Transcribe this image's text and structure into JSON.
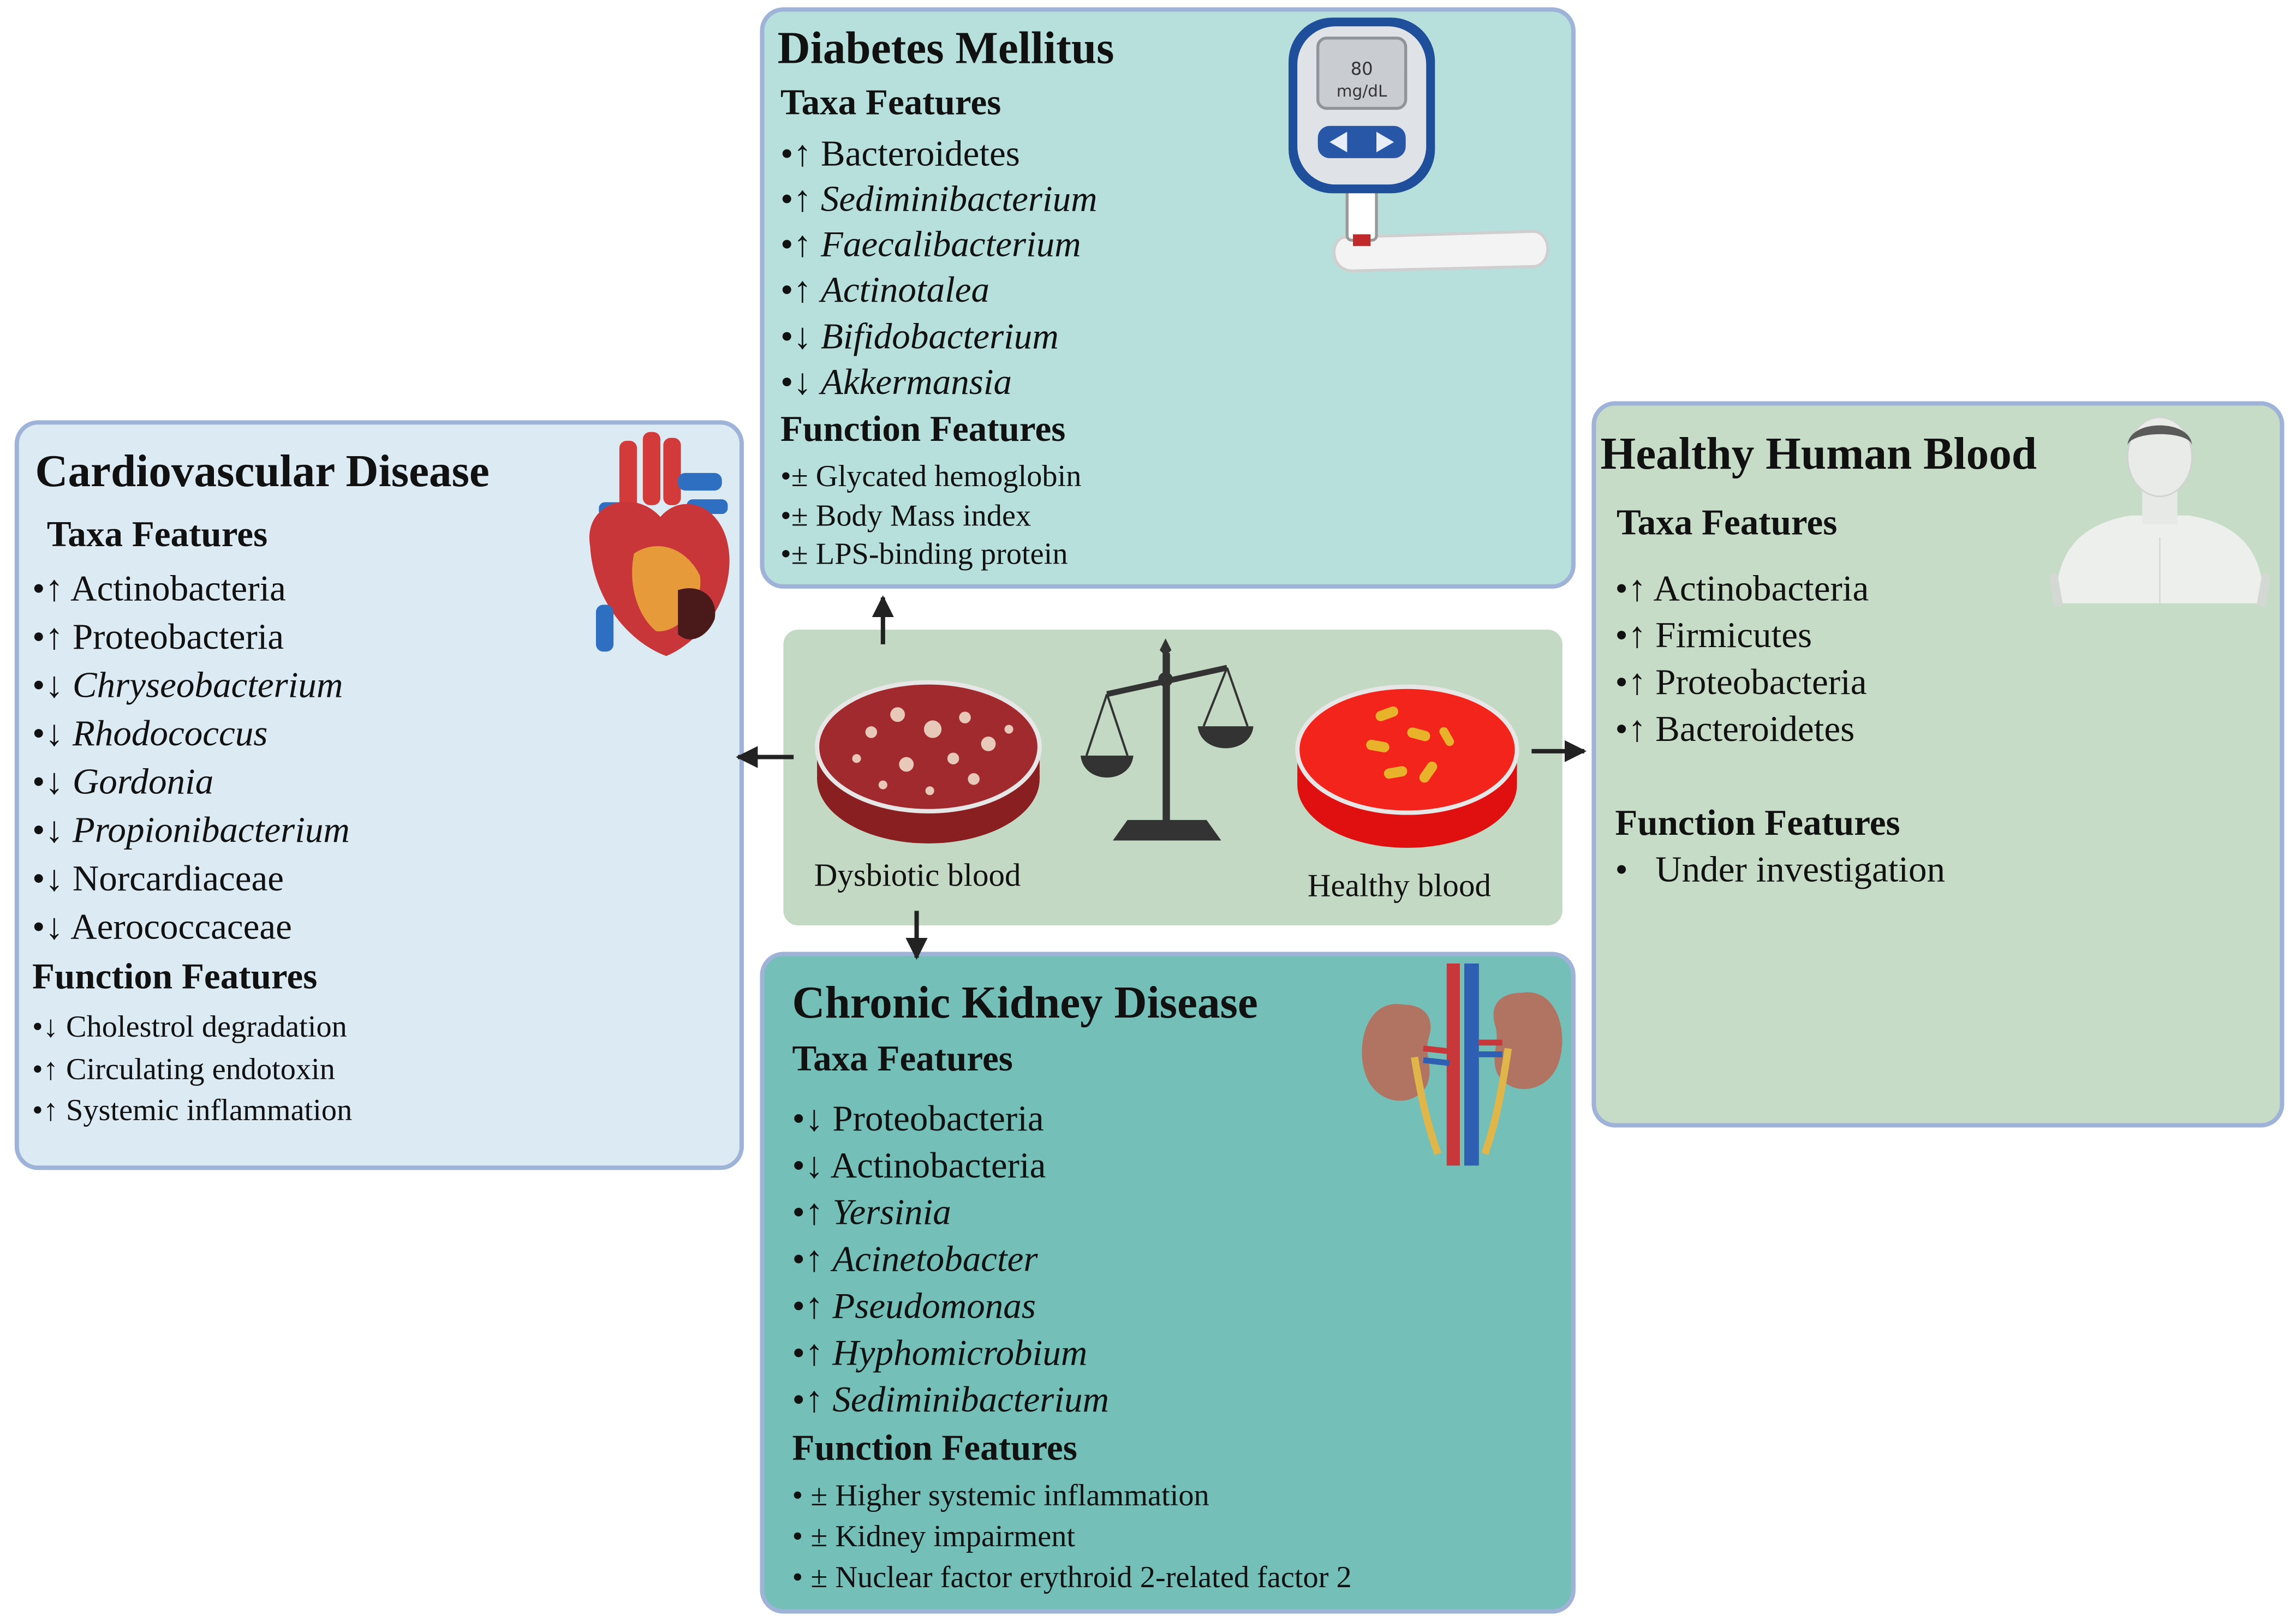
{
  "cvd": {
    "title": "Cardiovascular Disease",
    "taxa_heading": "Taxa Features",
    "taxa": [
      {
        "bullet": "•↑",
        "name": "Actinobacteria"
      },
      {
        "bullet": "•↑",
        "name": "Proteobacteria"
      },
      {
        "bullet": "•↓",
        "name": "Chryseobacterium"
      },
      {
        "bullet": "•↓",
        "name": "Rhodococcus"
      },
      {
        "bullet": "•↓",
        "name": "Gordonia"
      },
      {
        "bullet": "•↓",
        "name": "Propionibacterium"
      },
      {
        "bullet": "•↓",
        "name": "Norcardiaceae"
      },
      {
        "bullet": "•↓",
        "name": "Aerococcaceae"
      }
    ],
    "function_heading": "Function Features",
    "functions": [
      {
        "bullet": "•↓",
        "name": "Cholestrol degradation"
      },
      {
        "bullet": "•↑",
        "name": "Circulating endotoxin"
      },
      {
        "bullet": "•↑",
        "name": "Systemic inflammation"
      }
    ],
    "icon": "heart-icon"
  },
  "dm": {
    "title": "Diabetes Mellitus",
    "taxa_heading": "Taxa Features",
    "taxa": [
      {
        "bullet": "•↑",
        "name": "Bacteroidetes"
      },
      {
        "bullet": "•↑",
        "name": "Sediminibacterium"
      },
      {
        "bullet": "•↑",
        "name": "Faecalibacterium"
      },
      {
        "bullet": "•↑",
        "name": "Actinotalea"
      },
      {
        "bullet": "•↓",
        "name": "Bifidobacterium"
      },
      {
        "bullet": "•↓",
        "name": "Akkermansia"
      }
    ],
    "function_heading": "Function Features",
    "functions": [
      {
        "bullet": "•±",
        "name": "Glycated hemoglobin"
      },
      {
        "bullet": "•±",
        "name": "Body Mass index"
      },
      {
        "bullet": "•±",
        "name": "LPS-binding protein"
      }
    ],
    "meter_value": "80",
    "meter_unit": "mg/dL",
    "icon": "glucose-meter-icon"
  },
  "hhb": {
    "title": "Healthy Human Blood",
    "taxa_heading": "Taxa Features",
    "taxa": [
      {
        "bullet": "•↑",
        "name": "Actinobacteria"
      },
      {
        "bullet": "•↑",
        "name": "Firmicutes"
      },
      {
        "bullet": "•↑",
        "name": "Proteobacteria"
      },
      {
        "bullet": "•↑",
        "name": "Bacteroidetes"
      }
    ],
    "function_heading": "Function Features",
    "functions": [
      {
        "bullet": "•",
        "name": "Under investigation"
      }
    ],
    "icon": "human-torso-icon"
  },
  "ckd": {
    "title": "Chronic Kidney Disease",
    "taxa_heading": "Taxa Features",
    "taxa": [
      {
        "bullet": "•↓",
        "name": "Proteobacteria"
      },
      {
        "bullet": "•↓",
        "name": "Actinobacteria"
      },
      {
        "bullet": "•↑",
        "name": "Yersinia"
      },
      {
        "bullet": "•↑",
        "name": "Acinetobacter"
      },
      {
        "bullet": "•↑",
        "name": "Pseudomonas"
      },
      {
        "bullet": "•↑",
        "name": "Hyphomicrobium"
      },
      {
        "bullet": "•↑",
        "name": "Sediminibacterium"
      }
    ],
    "function_heading": "Function Features",
    "functions": [
      {
        "bullet": "• ±",
        "name": "Higher systemic inflammation"
      },
      {
        "bullet": "• ±",
        "name": "Kidney impairment"
      },
      {
        "bullet": "• ±",
        "name": "Nuclear factor erythroid 2-related factor 2"
      }
    ],
    "icon": "kidneys-icon"
  },
  "center": {
    "dysbiotic_label": "Dysbiotic blood",
    "healthy_label": "Healthy blood",
    "icons": [
      "dysbiotic-petri-dish-icon",
      "balance-scale-icon",
      "healthy-petri-dish-icon"
    ]
  },
  "colors": {
    "cvd_bg": "#dcebf3",
    "dm_bg": "#b7e0dc",
    "hhb_bg": "#c7dcc6",
    "ckd_bg": "#74bfb8",
    "center_bg": "#c4d9c4",
    "border": "#9fb3d9"
  }
}
